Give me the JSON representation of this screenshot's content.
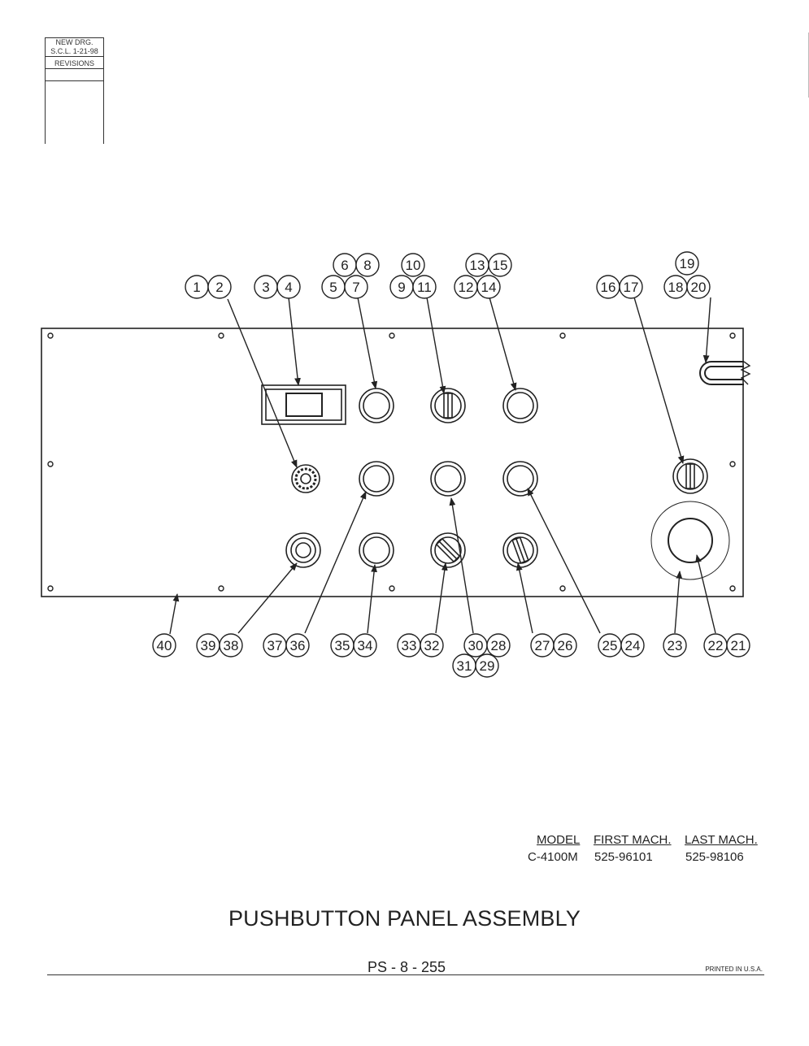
{
  "revisions": {
    "line1": "NEW DRG.",
    "line2": "S.C.L. 1-21-98",
    "header": "REVISIONS"
  },
  "callouts": {
    "top": [
      "1",
      "2",
      "3",
      "4",
      "6",
      "8",
      "5",
      "7",
      "10",
      "9",
      "11",
      "13",
      "15",
      "12",
      "14",
      "16",
      "17",
      "19",
      "18",
      "20"
    ],
    "bottom": [
      "40",
      "39",
      "38",
      "37",
      "36",
      "35",
      "34",
      "33",
      "32",
      "30",
      "28",
      "31",
      "29",
      "27",
      "26",
      "25",
      "24",
      "23",
      "22",
      "21"
    ]
  },
  "model_table": {
    "headers": [
      "MODEL",
      "FIRST MACH.",
      "LAST MACH."
    ],
    "row": [
      "C-4100M",
      "525-96101",
      "525-98106"
    ]
  },
  "title": "PUSHBUTTON PANEL ASSEMBLY",
  "page_number": "PS - 8 - 255",
  "printed": "PRINTED IN U.S.A."
}
